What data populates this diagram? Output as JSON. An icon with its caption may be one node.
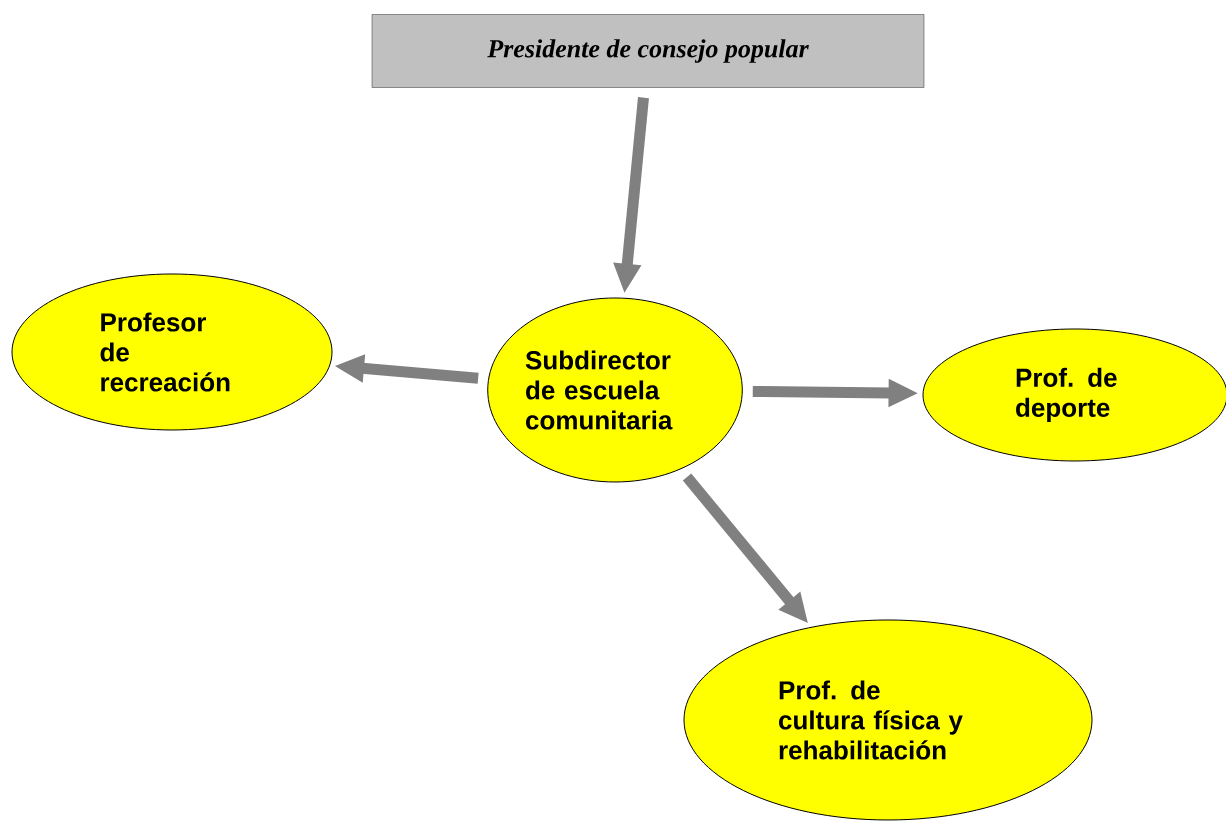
{
  "diagram": {
    "nodes": [
      {
        "text": [
          "Presidente de consejo popular"
        ]
      },
      {
        "text": [
          "Profesor de recreación"
        ]
      },
      {
        "text": [
          "Subdirector de escuela comunitaria"
        ]
      },
      {
        "text": [
          "Prof. de deporte"
        ]
      },
      {
        "text": [
          "Prof. de cultura física y rehabilitación"
        ]
      }
    ],
    "edges": [
      {
        "from": 0,
        "to": 2,
        "arrow": "to"
      },
      {
        "from": 2,
        "to": 1,
        "arrow": "to"
      },
      {
        "from": 2,
        "to": 3,
        "arrow": "to"
      },
      {
        "from": 2,
        "to": 4,
        "arrow": "to"
      }
    ]
  }
}
